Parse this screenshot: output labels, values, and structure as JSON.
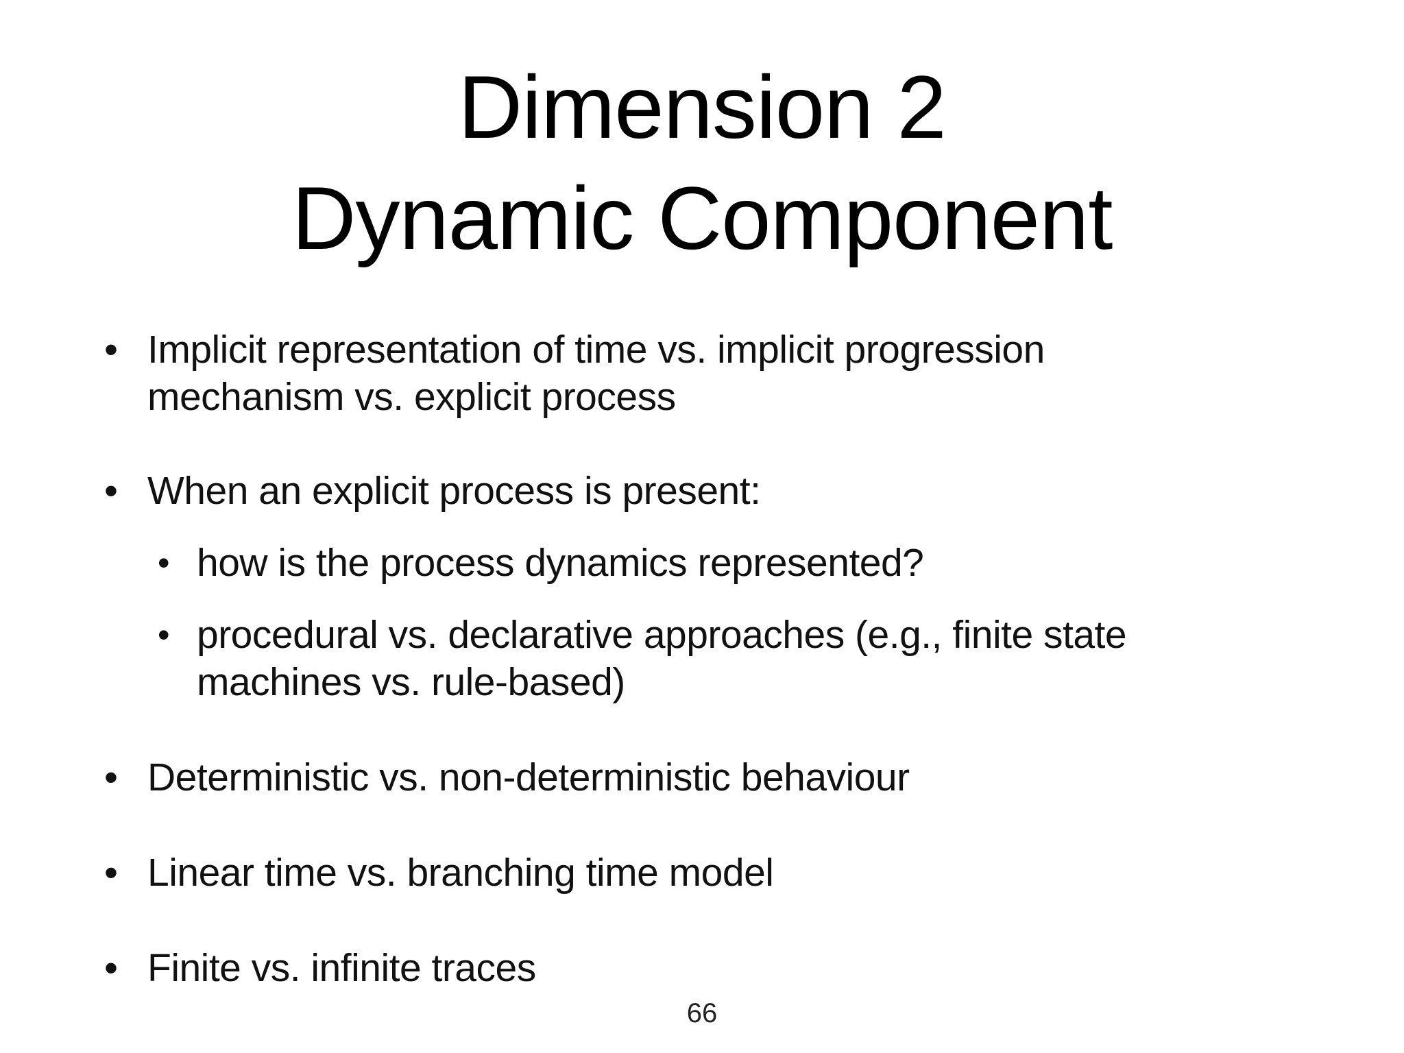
{
  "slide": {
    "title": {
      "line1": "Dimension 2",
      "line2": "Dynamic Component"
    },
    "bullet_glyph": "•",
    "bullets": [
      {
        "level": 1,
        "text": "Implicit representation of time vs. implicit progression\nmechanism vs. explicit process"
      },
      {
        "level": 1,
        "text": "When an explicit process is present:"
      },
      {
        "level": 2,
        "text": "how is the process dynamics represented?"
      },
      {
        "level": 2,
        "text": "procedural vs. declarative approaches (e.g., finite state\nmachines vs. rule-based)"
      },
      {
        "level": 1,
        "text": "Deterministic vs. non-deterministic behaviour"
      },
      {
        "level": 1,
        "text": "Linear time vs. branching time model"
      },
      {
        "level": 1,
        "text": "Finite vs. infinite traces"
      }
    ],
    "page_number": "66"
  }
}
